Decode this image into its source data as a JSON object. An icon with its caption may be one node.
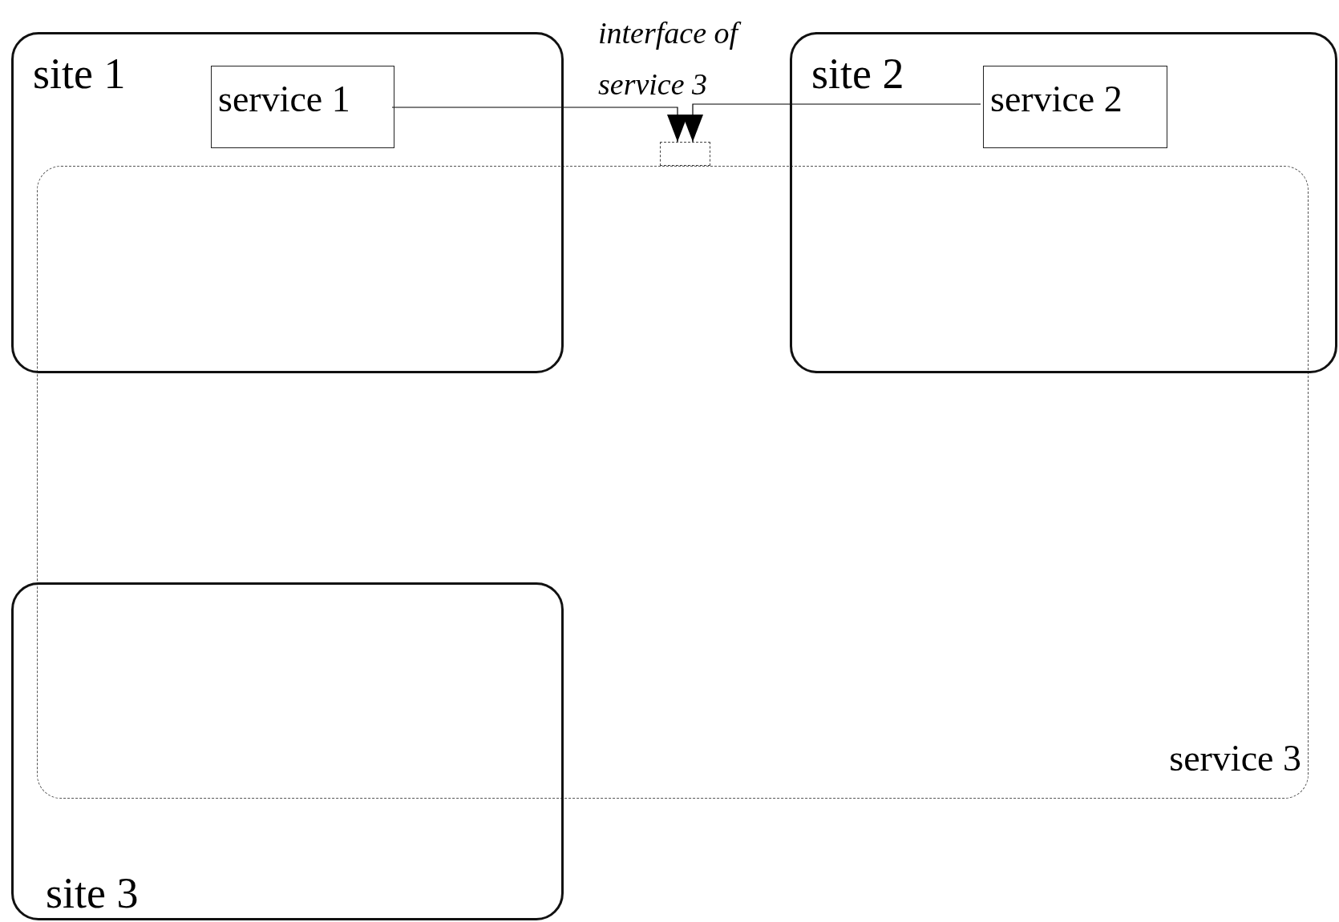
{
  "diagram": {
    "nodes": [
      {
        "text": [
          "site 1"
        ]
      },
      {
        "text": [
          "service 1"
        ],
        "in": 0
      },
      {
        "text": [
          "interface of service 3"
        ]
      },
      {
        "text": [
          "site 2"
        ]
      },
      {
        "text": [
          "service 2"
        ],
        "in": 3
      },
      {
        "text": [
          "service 3"
        ]
      },
      {
        "text": [
          "site 3"
        ]
      }
    ],
    "edges": [
      {
        "from": 1,
        "to": 2,
        "arrow": "to"
      },
      {
        "from": 4,
        "to": 2,
        "arrow": "to"
      }
    ]
  }
}
